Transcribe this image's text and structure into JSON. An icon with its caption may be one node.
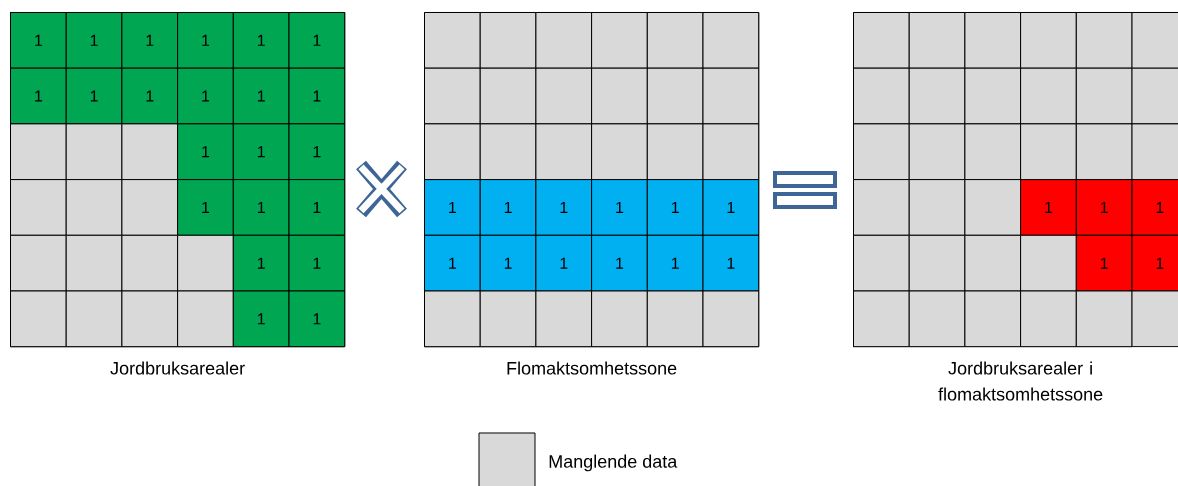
{
  "diagram": {
    "nodes": [
      {
        "text": [
          "Jordbruksarealer"
        ]
      },
      {
        "text": [
          "1"
        ],
        "in": 0
      },
      {
        "text": [
          "1"
        ],
        "in": 0
      },
      {
        "text": [
          "1"
        ],
        "in": 0
      },
      {
        "text": [
          "1"
        ],
        "in": 0
      },
      {
        "text": [
          "1"
        ],
        "in": 0
      },
      {
        "text": [
          "1"
        ],
        "in": 0
      },
      {
        "text": [
          "1"
        ],
        "in": 0
      },
      {
        "text": [
          "1"
        ],
        "in": 0
      },
      {
        "text": [
          "1"
        ],
        "in": 0
      },
      {
        "text": [
          "1"
        ],
        "in": 0
      },
      {
        "text": [
          "1"
        ],
        "in": 0
      },
      {
        "text": [
          "1"
        ],
        "in": 0
      },
      {
        "text": [],
        "shape": "box",
        "in": 0
      },
      {
        "text": [],
        "shape": "box",
        "in": 0
      },
      {
        "text": [],
        "shape": "box",
        "in": 0
      },
      {
        "text": [
          "1"
        ],
        "in": 0
      },
      {
        "text": [
          "1"
        ],
        "in": 0
      },
      {
        "text": [
          "1"
        ],
        "in": 0
      },
      {
        "text": [],
        "shape": "box",
        "in": 0
      },
      {
        "text": [],
        "shape": "box",
        "in": 0
      },
      {
        "text": [],
        "shape": "box",
        "in": 0
      },
      {
        "text": [
          "1"
        ],
        "in": 0
      },
      {
        "text": [
          "1"
        ],
        "in": 0
      },
      {
        "text": [
          "1"
        ],
        "in": 0
      },
      {
        "text": [],
        "shape": "box",
        "in": 0
      },
      {
        "text": [],
        "shape": "box",
        "in": 0
      },
      {
        "text": [],
        "shape": "box",
        "in": 0
      },
      {
        "text": [],
        "shape": "box",
        "in": 0
      },
      {
        "text": [
          "1"
        ],
        "in": 0
      },
      {
        "text": [
          "1"
        ],
        "in": 0
      },
      {
        "text": [],
        "shape": "box",
        "in": 0
      },
      {
        "text": [],
        "shape": "box",
        "in": 0
      },
      {
        "text": [],
        "shape": "box",
        "in": 0
      },
      {
        "text": [],
        "shape": "box",
        "in": 0
      },
      {
        "text": [
          "1"
        ],
        "in": 0
      },
      {
        "text": [
          "1"
        ],
        "in": 0
      },
      {
        "text": [
          "Flomaktsomhetssone"
        ]
      },
      {
        "text": [],
        "shape": "box",
        "in": 37
      },
      {
        "text": [],
        "shape": "box",
        "in": 37
      },
      {
        "text": [],
        "shape": "box",
        "in": 37
      },
      {
        "text": [],
        "shape": "box",
        "in": 37
      },
      {
        "text": [],
        "shape": "box",
        "in": 37
      },
      {
        "text": [],
        "shape": "box",
        "in": 37
      },
      {
        "text": [],
        "shape": "box",
        "in": 37
      },
      {
        "text": [],
        "shape": "box",
        "in": 37
      },
      {
        "text": [],
        "shape": "box",
        "in": 37
      },
      {
        "text": [],
        "shape": "box",
        "in": 37
      },
      {
        "text": [],
        "shape": "box",
        "in": 37
      },
      {
        "text": [],
        "shape": "box",
        "in": 37
      },
      {
        "text": [],
        "shape": "box",
        "in": 37
      },
      {
        "text": [],
        "shape": "box",
        "in": 37
      },
      {
        "text": [],
        "shape": "box",
        "in": 37
      },
      {
        "text": [],
        "shape": "box",
        "in": 37
      },
      {
        "text": [],
        "shape": "box",
        "in": 37
      },
      {
        "text": [],
        "shape": "box",
        "in": 37
      },
      {
        "text": [
          "1"
        ],
        "in": 37
      },
      {
        "text": [
          "1"
        ],
        "in": 37
      },
      {
        "text": [
          "1"
        ],
        "in": 37
      },
      {
        "text": [
          "1"
        ],
        "in": 37
      },
      {
        "text": [
          "1"
        ],
        "in": 37
      },
      {
        "text": [
          "1"
        ],
        "in": 37
      },
      {
        "text": [
          "1"
        ],
        "in": 37
      },
      {
        "text": [
          "1"
        ],
        "in": 37
      },
      {
        "text": [
          "1"
        ],
        "in": 37
      },
      {
        "text": [
          "1"
        ],
        "in": 37
      },
      {
        "text": [
          "1"
        ],
        "in": 37
      },
      {
        "text": [
          "1"
        ],
        "in": 37
      },
      {
        "text": [],
        "shape": "box",
        "in": 37
      },
      {
        "text": [],
        "shape": "box",
        "in": 37
      },
      {
        "text": [],
        "shape": "box",
        "in": 37
      },
      {
        "text": [],
        "shape": "box",
        "in": 37
      },
      {
        "text": [],
        "shape": "box",
        "in": 37
      },
      {
        "text": [],
        "shape": "box",
        "in": 37
      },
      {
        "text": [
          "Jordbruksarealer i flomaktsomhetssone"
        ]
      },
      {
        "text": [],
        "shape": "box",
        "in": 74
      },
      {
        "text": [],
        "shape": "box",
        "in": 74
      },
      {
        "text": [],
        "shape": "box",
        "in": 74
      },
      {
        "text": [],
        "shape": "box",
        "in": 74
      },
      {
        "text": [],
        "shape": "box",
        "in": 74
      },
      {
        "text": [],
        "shape": "box",
        "in": 74
      },
      {
        "text": [],
        "shape": "box",
        "in": 74
      },
      {
        "text": [],
        "shape": "box",
        "in": 74
      },
      {
        "text": [],
        "shape": "box",
        "in": 74
      },
      {
        "text": [],
        "shape": "box",
        "in": 74
      },
      {
        "text": [],
        "shape": "box",
        "in": 74
      },
      {
        "text": [],
        "shape": "box",
        "in": 74
      },
      {
        "text": [],
        "shape": "box",
        "in": 74
      },
      {
        "text": [],
        "shape": "box",
        "in": 74
      },
      {
        "text": [],
        "shape": "box",
        "in": 74
      },
      {
        "text": [],
        "shape": "box",
        "in": 74
      },
      {
        "text": [],
        "shape": "box",
        "in": 74
      },
      {
        "text": [],
        "shape": "box",
        "in": 74
      },
      {
        "text": [],
        "shape": "box",
        "in": 74
      },
      {
        "text": [],
        "shape": "box",
        "in": 74
      },
      {
        "text": [],
        "shape": "box",
        "in": 74
      },
      {
        "text": [
          "1"
        ],
        "in": 74
      },
      {
        "text": [
          "1"
        ],
        "in": 74
      },
      {
        "text": [
          "1"
        ],
        "in": 74
      },
      {
        "text": [],
        "shape": "box",
        "in": 74
      },
      {
        "text": [],
        "shape": "box",
        "in": 74
      },
      {
        "text": [],
        "shape": "box",
        "in": 74
      },
      {
        "text": [],
        "shape": "box",
        "in": 74
      },
      {
        "text": [
          "1"
        ],
        "in": 74
      },
      {
        "text": [
          "1"
        ],
        "in": 74
      },
      {
        "text": [],
        "shape": "box",
        "in": 74
      },
      {
        "text": [],
        "shape": "box",
        "in": 74
      },
      {
        "text": [],
        "shape": "box",
        "in": 74
      },
      {
        "text": [],
        "shape": "box",
        "in": 74
      },
      {
        "text": [],
        "shape": "box",
        "in": 74
      },
      {
        "text": [],
        "shape": "box",
        "in": 74
      }
    ],
    "legend": [
      {
        "text": "Manglende data",
        "color": "#d9d9d9"
      }
    ]
  }
}
